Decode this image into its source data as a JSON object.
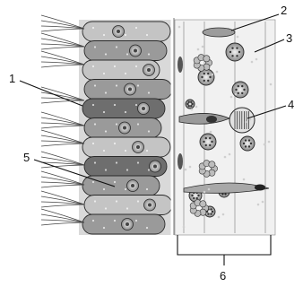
{
  "figure": {
    "labels": [
      {
        "id": "1",
        "text": "1"
      },
      {
        "id": "2",
        "text": "2"
      },
      {
        "id": "3",
        "text": "3"
      },
      {
        "id": "4",
        "text": "4"
      },
      {
        "id": "5",
        "text": "5"
      },
      {
        "id": "6",
        "text": "6"
      }
    ]
  },
  "colors": {
    "cell_dark": "#6e6e6e",
    "cell_mid": "#9a9a9a",
    "cell_light": "#c4c4c4",
    "section_bg": "#ededed",
    "outline": "#2a2a2a"
  }
}
